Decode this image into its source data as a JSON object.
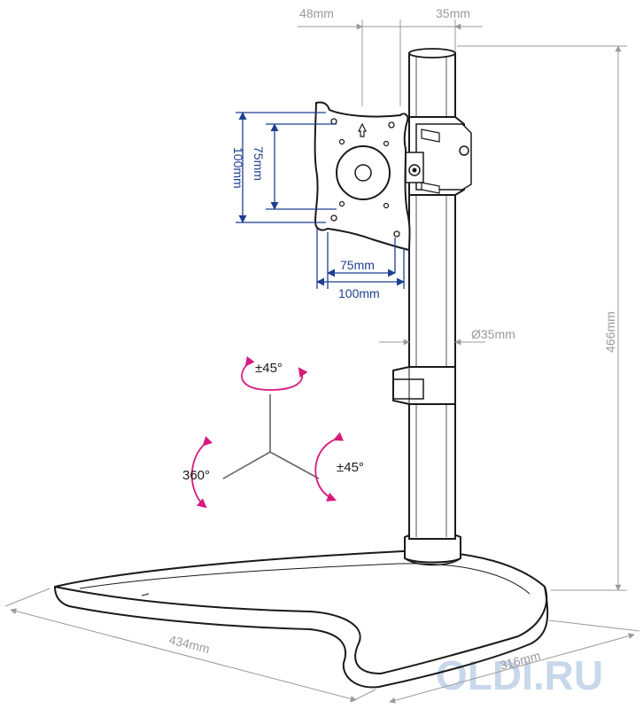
{
  "dimensions": {
    "arm_offset": "48mm",
    "pole_top": "35mm",
    "vesa_height_large": "100mm",
    "vesa_height_small": "75mm",
    "vesa_width_small": "75mm",
    "vesa_width_large": "100mm",
    "pole_diameter": "Ø35mm",
    "total_height": "466mm",
    "base_width": "434mm",
    "base_depth": "316mm"
  },
  "rotation": {
    "tilt": "±45°",
    "swivel": "±45°",
    "rotate": "360°"
  },
  "watermark": "OLDI.RU",
  "colors": {
    "dimension_line": "#9a9a9a",
    "vesa_blue": "#1f3f8f",
    "rotation_arrow": "#d6197d",
    "outline": "#1a1a1a"
  }
}
